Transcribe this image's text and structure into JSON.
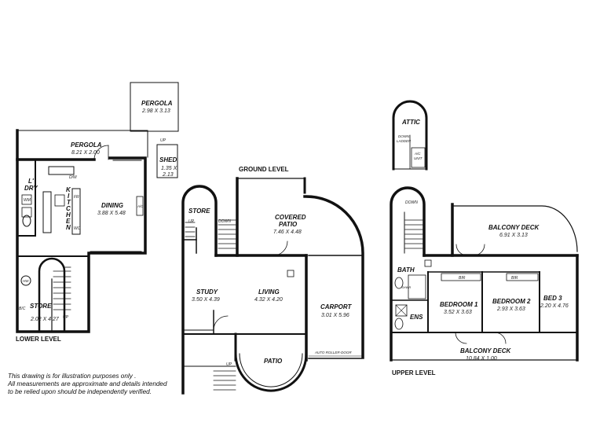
{
  "levels": {
    "lower": "LOWER LEVEL",
    "ground": "GROUND LEVEL",
    "upper": "UPPER LEVEL"
  },
  "rooms": {
    "pergola_top": {
      "name": "PERGOLA",
      "dims": "2.98 X 3.13"
    },
    "pergola": {
      "name": "PERGOLA",
      "dims": "8.21 X 2.00"
    },
    "shed": {
      "name": "SHED",
      "dims_line1": "1.35 X",
      "dims_line2": "2.13"
    },
    "dining": {
      "name": "DINING",
      "dims": "3.88 X 5.48"
    },
    "lower_store": {
      "name": "STORE",
      "dims": "2.02 X 4.27"
    },
    "laundry": {
      "line1": "L'",
      "line2": "DRY"
    },
    "kitchen": {
      "letters": [
        "K",
        "I",
        "T",
        "C",
        "H",
        "E",
        "N"
      ]
    },
    "ground_store": {
      "name": "STORE"
    },
    "covered_patio": {
      "line1": "COVERED",
      "line2": "PATIO",
      "dims": "7.46  X 4.48"
    },
    "study": {
      "name": "STUDY",
      "dims": "3.50 X 4.39"
    },
    "living": {
      "name": "LIVING",
      "dims": "4.32 X 4.20"
    },
    "carport": {
      "name": "CARPORT",
      "dims": "3.01 X 5.96"
    },
    "patio": {
      "name": "PATIO"
    },
    "attic": {
      "name": "ATTIC"
    },
    "balcony_deck_top": {
      "name": "BALCONY DECK",
      "dims": "6.91 X 3.13"
    },
    "bath": {
      "name": "BATH"
    },
    "ens": {
      "name": "ENS"
    },
    "bedroom1": {
      "name": "BEDROOM 1",
      "dims": "3.52 X 3.63"
    },
    "bedroom2": {
      "name": "BEDROOM 2",
      "dims": "2.93 X 3.63"
    },
    "bed3": {
      "name": "BED 3",
      "dims": "2.20 X 4.76"
    },
    "balcony_deck_bottom": {
      "name": "BALCONY DECK",
      "dims": "10.84 X 1.00"
    }
  },
  "annotations": {
    "up": "UP",
    "down": "DOWN",
    "dw": "D/W",
    "wm": "WM",
    "wo": "WO",
    "fr": "FR",
    "ac": "A/C",
    "hw": "HW",
    "bc": "B/C",
    "bir": "BIR",
    "down_ladder_1": "DOWN",
    "down_ladder_2": "LADDER",
    "ac_unit_1": "A/C",
    "ac_unit_2": "UNIT",
    "auto_roller_door": "AUTO ROLLER-DOOR",
    "shwr": "SHWR"
  },
  "disclaimer": [
    "This drawing is for illustration purposes only .",
    "All measurements are approximate and details intended",
    "to be relied upon should be independently verified."
  ],
  "colors": {
    "wall": "#111111",
    "background": "#ffffff",
    "fixture": "#555555"
  }
}
